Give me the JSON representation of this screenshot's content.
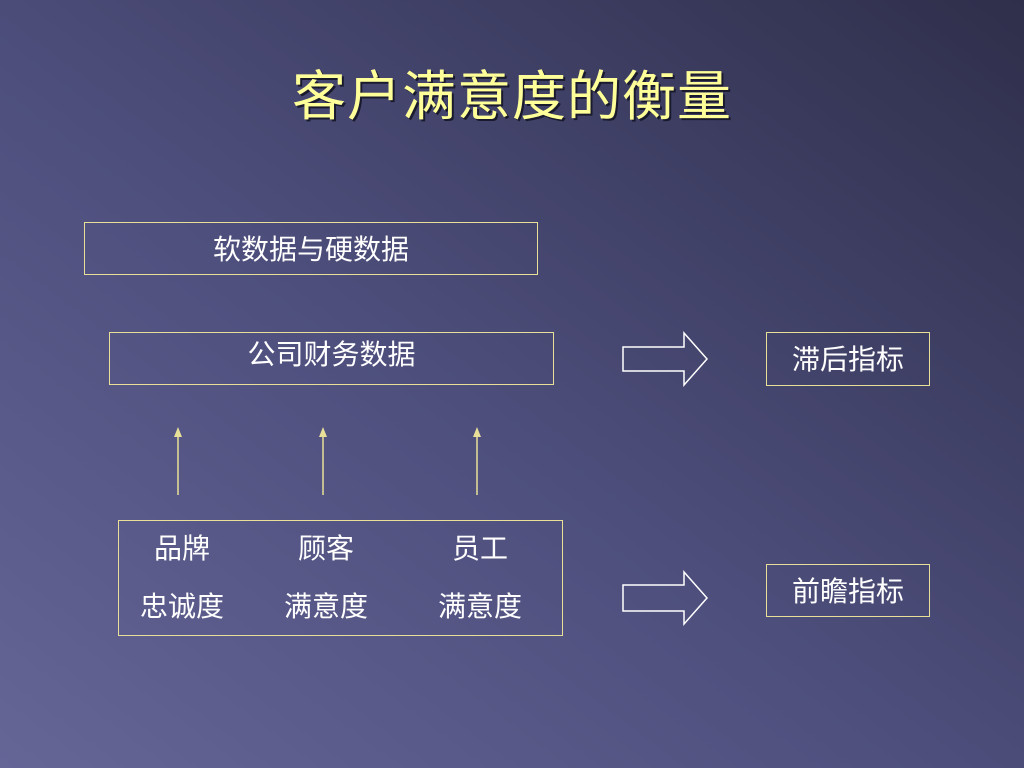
{
  "title": "客户满意度的衡量",
  "soft_hard_label": "软数据与硬数据",
  "finance_label": "公司财务数据",
  "lagging_label": "滞后指标",
  "leading_label": "前瞻指标",
  "drivers": [
    {
      "line1": "品牌",
      "line2": "忠诚度"
    },
    {
      "line1": "顾客",
      "line2": "满意度"
    },
    {
      "line1": "员工",
      "line2": "满意度"
    }
  ],
  "colors": {
    "title": "#ffff99",
    "border": "#e8e099",
    "text": "#ffffff",
    "background_light": "#656596",
    "background_dark": "#2f2f4b"
  }
}
